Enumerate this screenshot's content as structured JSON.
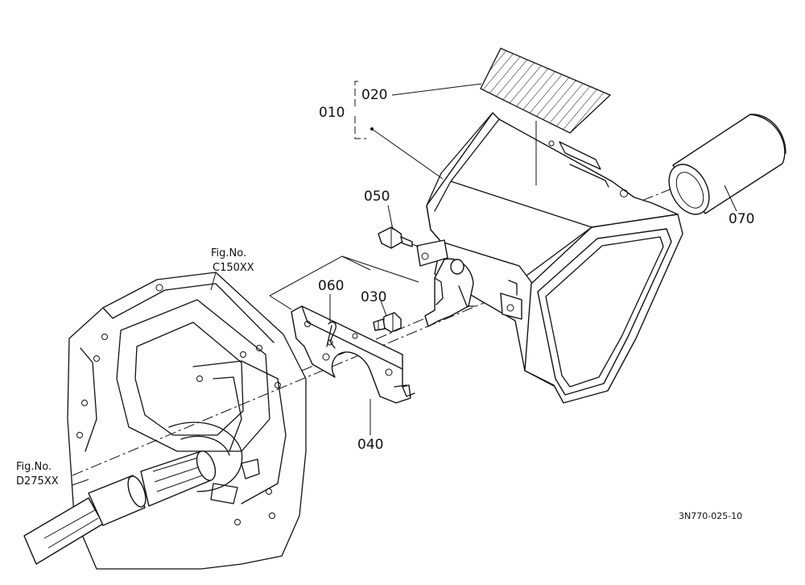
{
  "labels": {
    "p010": "010",
    "p020": "020",
    "p030": "030",
    "p040": "040",
    "p050": "050",
    "p060": "060",
    "p070": "070"
  },
  "figrefs": {
    "c150_title": "Fig.No.",
    "c150_code": "C150XX",
    "d275_title": "Fig.No.",
    "d275_code": "D275XX"
  },
  "drawing_code": "3N770-025-10"
}
